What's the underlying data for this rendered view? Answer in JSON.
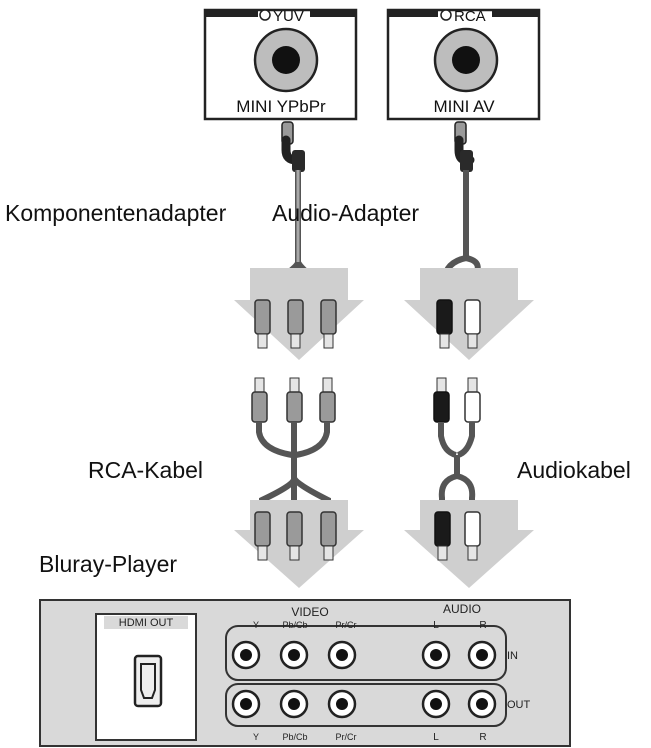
{
  "jacks": {
    "yuv": {
      "top_label": "YUV",
      "bottom_label": "MINI YPbPr"
    },
    "rca": {
      "top_label": "RCA",
      "bottom_label": "MINI AV"
    }
  },
  "labels": {
    "component_adapter": "Komponentenadapter",
    "audio_adapter": "Audio-Adapter",
    "rca_cable": "RCA-Kabel",
    "audio_cable": "Audiokabel",
    "bluray_player": "Bluray-Player"
  },
  "player_panel": {
    "hdmi_label": "HDMI OUT",
    "video_label": "VIDEO",
    "audio_label": "AUDIO",
    "top_ports": [
      "Y",
      "Pb/Cb",
      "Pr/Cr",
      "L",
      "R"
    ],
    "bottom_ports": [
      "Y",
      "Pb/Cb",
      "Pr/Cr",
      "L",
      "R"
    ],
    "in_label": "IN",
    "out_label": "OUT"
  },
  "colors": {
    "arrow": "#cfcfcf",
    "cable": "#8a8a8a",
    "plug_black": "#1a1a1a",
    "panel": "#d9d9d9"
  }
}
